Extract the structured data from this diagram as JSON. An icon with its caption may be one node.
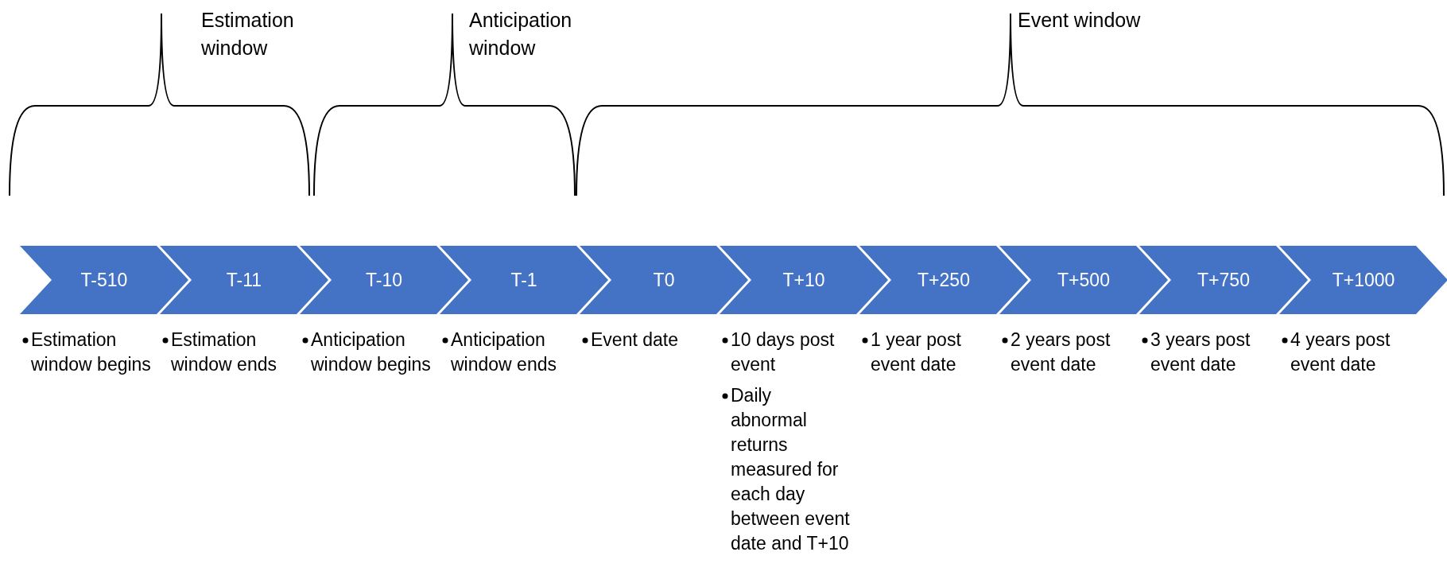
{
  "diagram": {
    "nodes": [
      {
        "text": [
          "T-510"
        ],
        "beside": [
          "Estimation window begins"
        ]
      },
      {
        "text": [
          "T-11"
        ],
        "beside": [
          "Estimation window ends"
        ]
      },
      {
        "text": [
          "T-10"
        ],
        "beside": [
          "Anticipation window begins"
        ]
      },
      {
        "text": [
          "T-1"
        ],
        "beside": [
          "Anticipation window ends"
        ]
      },
      {
        "text": [
          "T0"
        ],
        "beside": [
          "Event date"
        ]
      },
      {
        "text": [
          "T+10"
        ],
        "beside": [
          "10 days post event",
          "Daily abnormal returns measured for each day between event date and T+10"
        ]
      },
      {
        "text": [
          "T+250"
        ],
        "beside": [
          "1 year post event date"
        ]
      },
      {
        "text": [
          "T+500"
        ],
        "beside": [
          "2 years post event date"
        ]
      },
      {
        "text": [
          "T+750"
        ],
        "beside": [
          "3 years post event date"
        ]
      },
      {
        "text": [
          "T+1000"
        ],
        "beside": [
          "4 years post event date"
        ]
      }
    ],
    "labels": [
      "Estimation window",
      "Anticipation window",
      "Event window"
    ]
  }
}
